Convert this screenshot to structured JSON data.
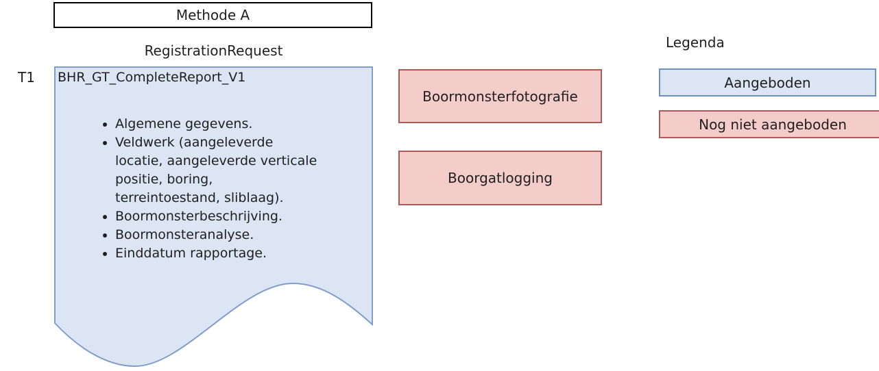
{
  "colors": {
    "doc_fill": "#dbe5f4",
    "doc_border": "#7f9dca",
    "offered_fill": "#dbe5f4",
    "offered_border": "#6d8fc1",
    "pending_fill": "#f4cdcb",
    "pending_border": "#b05a55"
  },
  "header": {
    "method_label": "Methode A"
  },
  "diagram": {
    "request_label": "RegistrationRequest",
    "track_label": "T1",
    "document": {
      "title": "BHR_GT_CompleteReport_V1",
      "bullets": [
        "Algemene gegevens.",
        "Veldwerk (aangeleverde\nlocatie, aangeleverde verticale\npositie, boring,\nterreintoestand, sliblaag).",
        "Boormonsterbeschrijving.",
        "Boormonsteranalyse.",
        "Einddatum rapportage."
      ]
    },
    "pending_boxes": [
      {
        "label": "Boormonsterfotografie"
      },
      {
        "label": "Boorgatlogging"
      }
    ]
  },
  "legend": {
    "title": "Legenda",
    "items": [
      {
        "label": "Aangeboden",
        "status": "offered"
      },
      {
        "label": "Nog niet aangeboden",
        "status": "not-offered"
      }
    ]
  }
}
